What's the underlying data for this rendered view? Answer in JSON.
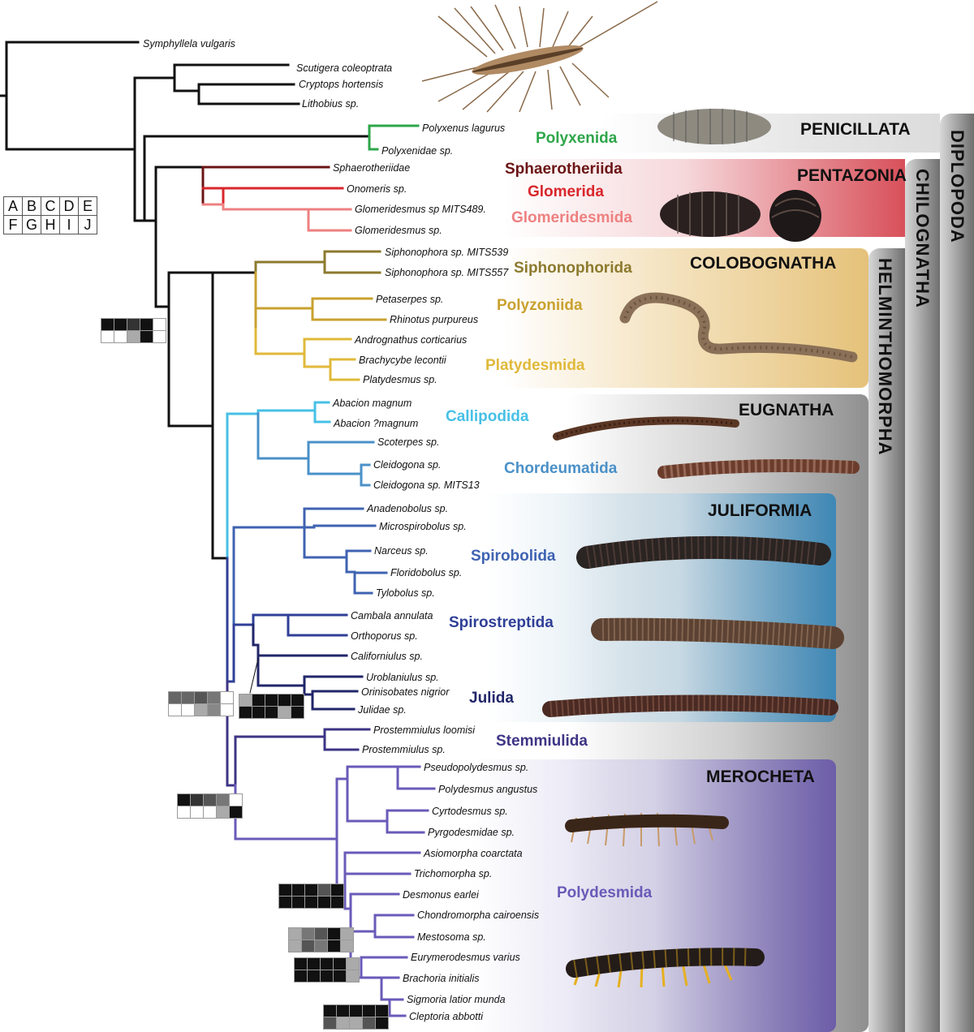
{
  "diagram": {
    "taxa": [
      "Symphyllela vulgaris",
      "Scutigera coleoptrata",
      "Cryptops hortensis",
      "Lithobius sp.",
      "Polyxenus lagurus",
      "Polyxenidae sp.",
      "Sphaerotheriidae",
      "Onomeris sp.",
      "Glomeridesmus sp MITS489.",
      "Glomeridesmus sp.",
      "Siphonophora sp. MITS539",
      "Siphonophora sp. MITS557",
      "Petaserpes sp.",
      "Rhinotus purpureus",
      "Andrognathus corticarius",
      "Brachycybe lecontii",
      "Platydesmus sp.",
      "Abacion magnum",
      "Abacion ?magnum",
      "Scoterpes sp.",
      "Cleidogona sp.",
      "Cleidogona sp. MITS13",
      "Anadenobolus sp.",
      "Microspirobolus sp.",
      "Narceus sp.",
      "Floridobolus sp.",
      "Tylobolus sp.",
      "Cambala annulata",
      "Orthoporus sp.",
      "Californiulus sp.",
      "Uroblaniulus sp.",
      "Orinisobates nigrior",
      "Julidae sp.",
      "Prostemmiulus loomisi",
      "Prostemmiulus sp.",
      "Pseudopolydesmus sp.",
      "Polydesmus angustus",
      "Cyrtodesmus sp.",
      "Pyrgodesmidae sp.",
      "Asiomorpha coarctata",
      "Trichomorpha sp.",
      "Desmonus earlei",
      "Chondromorpha cairoensis",
      "Mestosoma sp.",
      "Eurymerodesmus varius",
      "Brachoria initialis",
      "Sigmoria latior munda",
      "Cleptoria abbotti"
    ],
    "orders": [
      {
        "name": "Polyxenida",
        "color": "#2ea64a"
      },
      {
        "name": "Sphaerotheriida",
        "color": "#6b1414"
      },
      {
        "name": "Glomerida",
        "color": "#d9262c"
      },
      {
        "name": "Glomeridesmida",
        "color": "#ee8080"
      },
      {
        "name": "Siphonophorida",
        "color": "#8c7a2e"
      },
      {
        "name": "Polyzoniida",
        "color": "#c9a12f"
      },
      {
        "name": "Platydesmida",
        "color": "#e0b93a"
      },
      {
        "name": "Callipodida",
        "color": "#47c0e6"
      },
      {
        "name": "Chordeumatida",
        "color": "#4a90c8"
      },
      {
        "name": "Spirobolida",
        "color": "#3f63b2"
      },
      {
        "name": "Spirostreptida",
        "color": "#2f3f97"
      },
      {
        "name": "Julida",
        "color": "#22266a"
      },
      {
        "name": "Stemmiulida",
        "color": "#3d3585"
      },
      {
        "name": "Polydesmida",
        "color": "#6a5ab8"
      }
    ],
    "groups": [
      "PENICILLATA",
      "PENTAZONIA",
      "COLOBOGNATHA",
      "EUGNATHA",
      "JULIFORMIA",
      "MEROCHETA"
    ],
    "vertical_groups": [
      "DIPLOPODA",
      "CHILOGNATHA",
      "HELMINTHOMORPHA"
    ],
    "key_letters": [
      [
        "A",
        "B",
        "C",
        "D",
        "E"
      ],
      [
        "F",
        "G",
        "H",
        "I",
        "J"
      ]
    ],
    "character_grids": [
      {
        "name": "helminthomorpha-grid",
        "top": [
          "#111",
          "#111",
          "#333",
          "#111",
          "#fff"
        ],
        "bottom": [
          "#fff",
          "#fff",
          "#aaa",
          "#111",
          "#fff"
        ]
      },
      {
        "name": "juliformia-grid",
        "top": [
          "#666",
          "#666",
          "#555",
          "#777",
          "#fff"
        ],
        "bottom": [
          "#fff",
          "#fff",
          "#aaa",
          "#888",
          "#fff"
        ]
      },
      {
        "name": "julida-grid",
        "top": [
          "#aaa",
          "#111",
          "#111",
          "#111",
          "#111"
        ],
        "bottom": [
          "#111",
          "#111",
          "#111",
          "#aaa",
          "#111"
        ]
      },
      {
        "name": "merocheta-grid",
        "top": [
          "#111",
          "#333",
          "#555",
          "#777",
          "#fff"
        ],
        "bottom": [
          "#fff",
          "#fff",
          "#fff",
          "#aaa",
          "#111"
        ]
      },
      {
        "name": "polydesmida-grid-1",
        "top": [
          "#111",
          "#111",
          "#111",
          "#555",
          "#111"
        ],
        "bottom": [
          "#111",
          "#111",
          "#111",
          "#111",
          "#111"
        ]
      },
      {
        "name": "polydesmida-grid-2",
        "top": [
          "#aaa",
          "#777",
          "#555",
          "#111",
          "#aaa"
        ],
        "bottom": [
          "#aaa",
          "#555",
          "#777",
          "#111",
          "#aaa"
        ]
      },
      {
        "name": "polydesmida-grid-3",
        "top": [
          "#111",
          "#111",
          "#111",
          "#111",
          "#aaa"
        ],
        "bottom": [
          "#111",
          "#111",
          "#111",
          "#111",
          "#aaa"
        ]
      },
      {
        "name": "polydesmida-grid-4",
        "top": [
          "#111",
          "#111",
          "#111",
          "#111",
          "#111"
        ],
        "bottom": [
          "#555",
          "#aaa",
          "#aaa",
          "#555",
          "#111"
        ]
      }
    ],
    "panel_colors": {
      "penicillata": "#e6e6e6",
      "pentazonia": "#d8505a",
      "colobognatha": "#e8c784",
      "juliformia": "#3e87b5",
      "merocheta": "#6c5da8",
      "eugnatha": "#8a8a8a"
    }
  }
}
